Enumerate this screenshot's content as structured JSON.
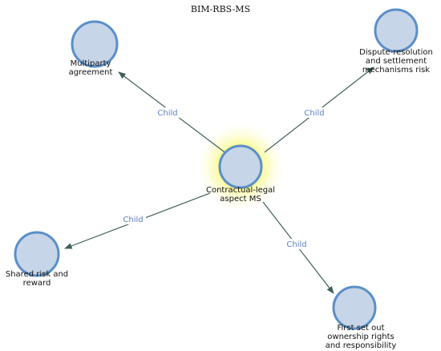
{
  "diagram": {
    "title": "BIM-RBS-MS",
    "center": {
      "id": "contractual",
      "label_lines": [
        "Contractual-legal",
        "aspect MS"
      ],
      "highlight_color": "#f5f542"
    },
    "nodes": [
      {
        "id": "multiparty",
        "label_lines": [
          "Multiparty",
          "agreement"
        ]
      },
      {
        "id": "dispute",
        "label_lines": [
          "Dispute-resolution",
          "and settlement",
          "mechanisms risk"
        ]
      },
      {
        "id": "shared",
        "label_lines": [
          "Shared risk and",
          "reward"
        ]
      },
      {
        "id": "ownership",
        "label_lines": [
          "First set out",
          "ownership rights",
          "and responsibility"
        ]
      }
    ],
    "edges": [
      {
        "from": "contractual",
        "to": "multiparty",
        "label": "Child"
      },
      {
        "from": "contractual",
        "to": "dispute",
        "label": "Child"
      },
      {
        "from": "contractual",
        "to": "shared",
        "label": "Child"
      },
      {
        "from": "contractual",
        "to": "ownership",
        "label": "Child"
      }
    ],
    "colors": {
      "node_fill": "#c6d5e8",
      "node_stroke": "#5b8fc6",
      "edge": "#3f5f5a",
      "edge_label": "#5b7fc4"
    }
  }
}
